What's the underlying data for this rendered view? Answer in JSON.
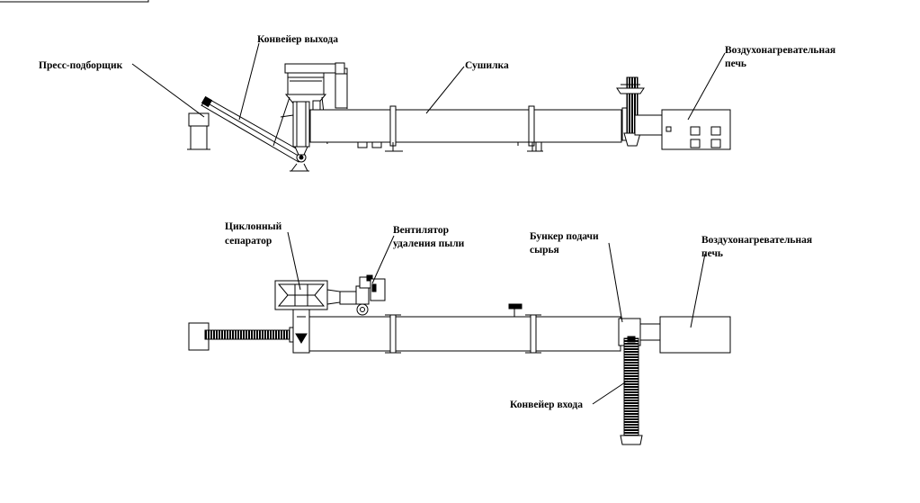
{
  "labels": {
    "press": "Пресс-подборщик",
    "out_conveyor": "Конвейер выхода",
    "dryer": "Сушилка",
    "furnace_top_1": "Воздухонагревательная",
    "furnace_top_2": "печь",
    "cyclone_1": "Циклонный",
    "cyclone_2": "сепаратор",
    "fan_1": "Вентилятор",
    "fan_2": "удаления пыли",
    "hopper_1": "Бункер подачи",
    "hopper_2": "сырья",
    "furnace_bot_1": "Воздухонагревательная",
    "furnace_bot_2": "печь",
    "in_conveyor": "Конвейер входа"
  }
}
